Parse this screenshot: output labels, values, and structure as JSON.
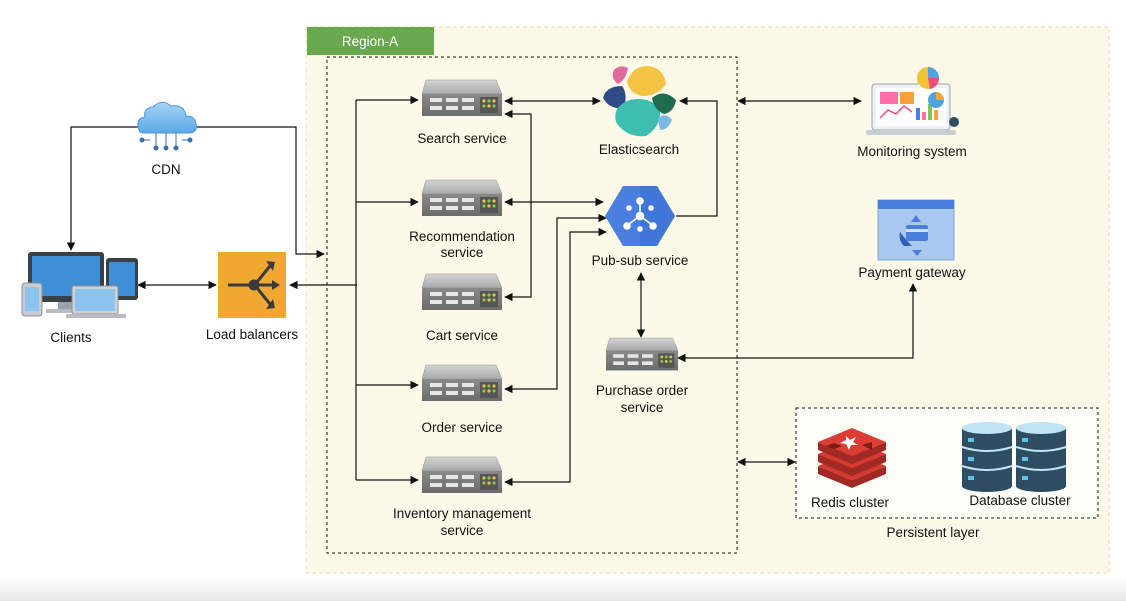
{
  "region": {
    "label": "Region-A"
  },
  "nodes": {
    "cdn": {
      "label": "CDN"
    },
    "clients": {
      "label": "Clients"
    },
    "load_balancers": {
      "label": "Load balancers"
    },
    "search": {
      "label": "Search service"
    },
    "recommendation": {
      "label_line1": "Recommendation",
      "label_line2": "service"
    },
    "cart": {
      "label": "Cart service"
    },
    "order": {
      "label": "Order service"
    },
    "inventory": {
      "label_line1": "Inventory management",
      "label_line2": "service"
    },
    "elasticsearch": {
      "label": "Elasticsearch"
    },
    "pubsub": {
      "label": "Pub-sub service"
    },
    "purchase_order": {
      "label_line1": "Purchase order",
      "label_line2": "service"
    },
    "monitoring": {
      "label": "Monitoring system"
    },
    "payment_gateway": {
      "label": "Payment gateway"
    },
    "redis": {
      "label": "Redis cluster"
    },
    "database": {
      "label": "Database cluster"
    },
    "persistent_layer": {
      "label": "Persistent layer"
    }
  },
  "colors": {
    "region_fill": "#fdf9e8",
    "region_tab": "#6aa84f",
    "load_balancer": "#f0a830",
    "pubsub": "#4a7fe0",
    "redis": "#c9302c",
    "database": "#2e4d62"
  }
}
